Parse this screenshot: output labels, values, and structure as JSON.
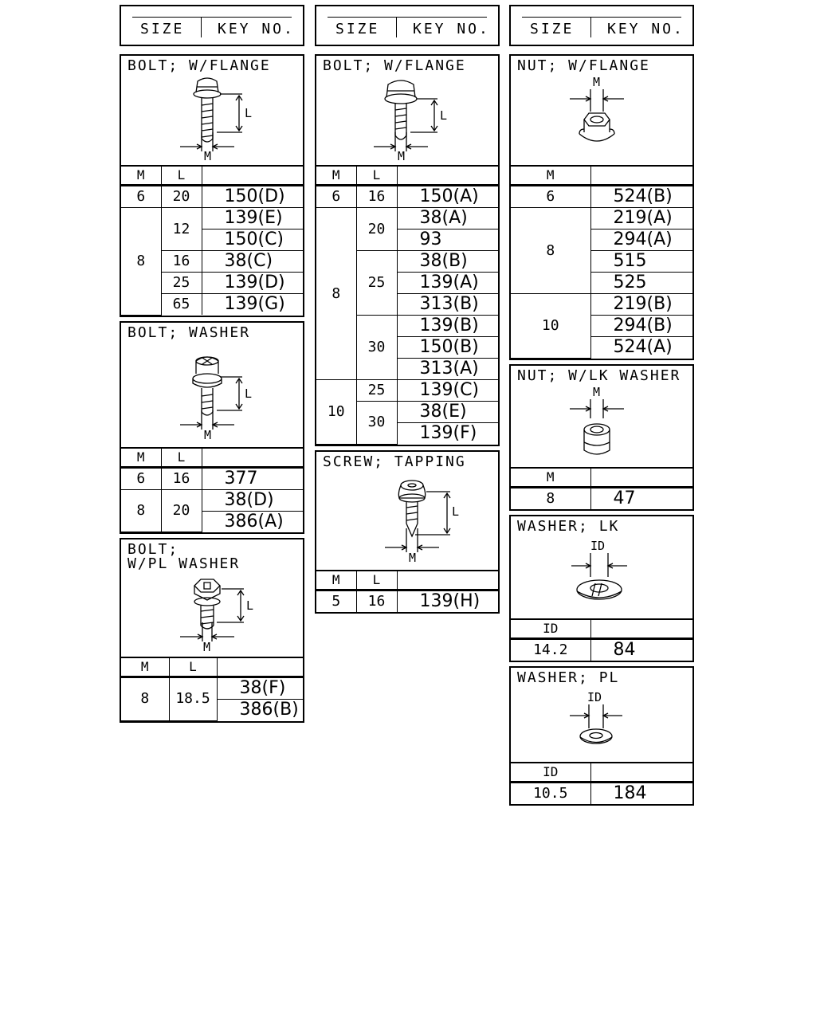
{
  "headers": [
    {
      "size": "SIZE",
      "key": "KEY NO."
    },
    {
      "size": "SIZE",
      "key": "KEY NO."
    },
    {
      "size": "SIZE",
      "key": "KEY NO."
    }
  ],
  "parts": {
    "bolt_w_flange_a": {
      "title": "BOLT; W/FLANGE",
      "dim_length": "L",
      "dim_thread": "M",
      "col_m": "M",
      "col_l": "L",
      "rows": [
        {
          "m": "6",
          "l": "20",
          "key": "150(D)"
        },
        {
          "m": "8",
          "l": "12",
          "key": "139(E)"
        },
        {
          "key": "150(C)"
        },
        {
          "l": "16",
          "key": "38(C)"
        },
        {
          "l": "25",
          "key": "139(D)"
        },
        {
          "l": "65",
          "key": "139(G)"
        }
      ]
    },
    "bolt_washer": {
      "title": "BOLT; WASHER",
      "dim_length": "L",
      "dim_thread": "M",
      "col_m": "M",
      "col_l": "L",
      "rows": [
        {
          "m": "6",
          "l": "16",
          "key": "377"
        },
        {
          "m": "8",
          "l": "20",
          "key": "38(D)"
        },
        {
          "key": "386(A)"
        }
      ]
    },
    "bolt_w_pl_washer": {
      "title_line1": "BOLT;",
      "title_line2": "W/PL WASHER",
      "dim_length": "L",
      "dim_thread": "M",
      "col_m": "M",
      "col_l": "L",
      "rows": [
        {
          "m": "8",
          "l": "18.5",
          "key": "38(F)"
        },
        {
          "key": "386(B)"
        }
      ]
    },
    "bolt_w_flange_b": {
      "title": "BOLT; W/FLANGE",
      "dim_length": "L",
      "dim_thread": "M",
      "col_m": "M",
      "col_l": "L",
      "rows": [
        {
          "m": "6",
          "l": "16",
          "key": "150(A)"
        },
        {
          "m": "8",
          "l": "20",
          "key": "38(A)"
        },
        {
          "key": "93"
        },
        {
          "l": "25",
          "key": "38(B)"
        },
        {
          "key": "139(A)"
        },
        {
          "key": "313(B)"
        },
        {
          "l": "30",
          "key": "139(B)"
        },
        {
          "key": "150(B)"
        },
        {
          "key": "313(A)"
        },
        {
          "m": "10",
          "l": "25",
          "key": "139(C)"
        },
        {
          "l": "30",
          "key": "38(E)"
        },
        {
          "key": "139(F)"
        }
      ]
    },
    "screw_tapping": {
      "title": "SCREW; TAPPING",
      "dim_length": "L",
      "dim_thread": "M",
      "col_m": "M",
      "col_l": "L",
      "rows": [
        {
          "m": "5",
          "l": "16",
          "key": "139(H)"
        }
      ]
    },
    "nut_w_flange": {
      "title": "NUT; W/FLANGE",
      "dim_thread": "M",
      "col_m": "M",
      "rows": [
        {
          "m": "6",
          "key": "524(B)"
        },
        {
          "m": "8",
          "key": "219(A)"
        },
        {
          "key": "294(A)"
        },
        {
          "key": "515"
        },
        {
          "key": "525"
        },
        {
          "m": "10",
          "key": "219(B)"
        },
        {
          "key": "294(B)"
        },
        {
          "key": "524(A)"
        }
      ]
    },
    "nut_w_lk_washer": {
      "title": "NUT; W/LK WASHER",
      "dim_thread": "M",
      "col_m": "M",
      "rows": [
        {
          "m": "8",
          "key": "47"
        }
      ]
    },
    "washer_lk": {
      "title": "WASHER; LK",
      "dim_id": "ID",
      "col_id": "ID",
      "rows": [
        {
          "id": "14.2",
          "key": "84"
        }
      ]
    },
    "washer_pl": {
      "title": "WASHER; PL",
      "dim_id": "ID",
      "col_id": "ID",
      "rows": [
        {
          "id": "10.5",
          "key": "184"
        }
      ]
    }
  }
}
